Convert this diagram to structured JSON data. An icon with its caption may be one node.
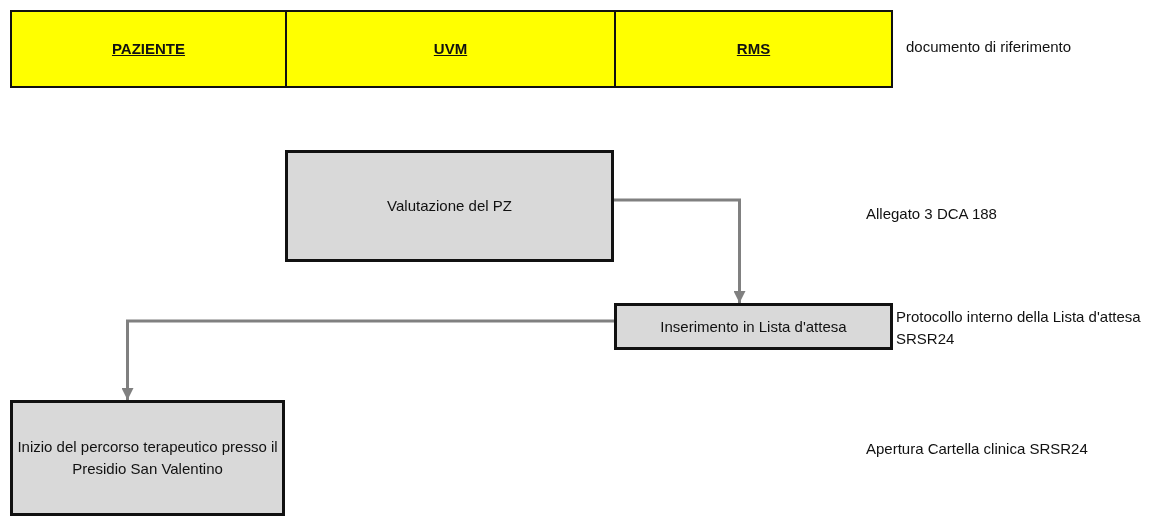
{
  "diagram": {
    "nodes": [
      {
        "text": [
          "PAZIENTE"
        ]
      },
      {
        "text": [
          "UVM"
        ]
      },
      {
        "text": [
          "RMS"
        ]
      },
      {
        "text": [
          "Valutazione del PZ"
        ]
      },
      {
        "text": [
          "Inserimento in Lista d'attesa"
        ]
      },
      {
        "text": [
          "Inizio del percorso terapeutico presso il Presidio San Valentino"
        ]
      }
    ],
    "edges": [
      {
        "from": 3,
        "to": 4,
        "arrow": "to"
      },
      {
        "from": 4,
        "to": 5,
        "arrow": "to"
      }
    ],
    "labels": [
      "documento di riferimento",
      "Allegato 3 DCA 188",
      "Protocollo interno della Lista d'attesa SRSR24",
      "Apertura Cartella clinica SRSR24"
    ]
  }
}
